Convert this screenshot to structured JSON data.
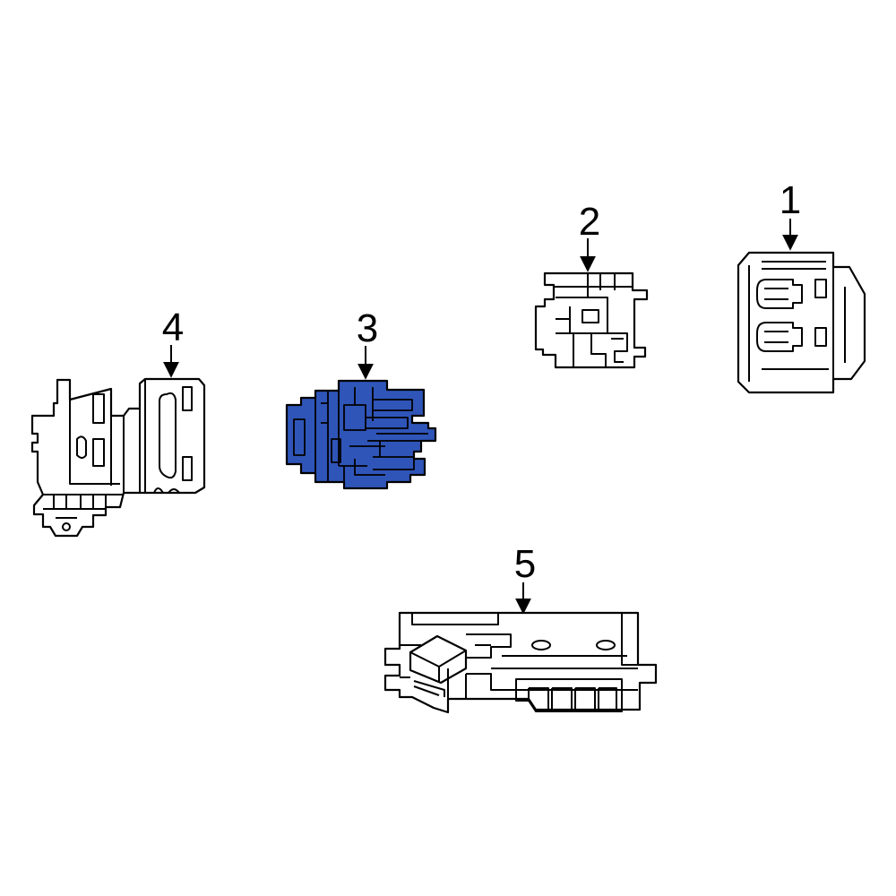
{
  "parts": [
    {
      "number": "1",
      "highlighted": false
    },
    {
      "number": "2",
      "highlighted": false
    },
    {
      "number": "3",
      "highlighted": true
    },
    {
      "number": "4",
      "highlighted": false
    },
    {
      "number": "5",
      "highlighted": false
    }
  ],
  "colors": {
    "highlight": "#2f55b8",
    "outline": "#000000",
    "background": "#ffffff"
  }
}
